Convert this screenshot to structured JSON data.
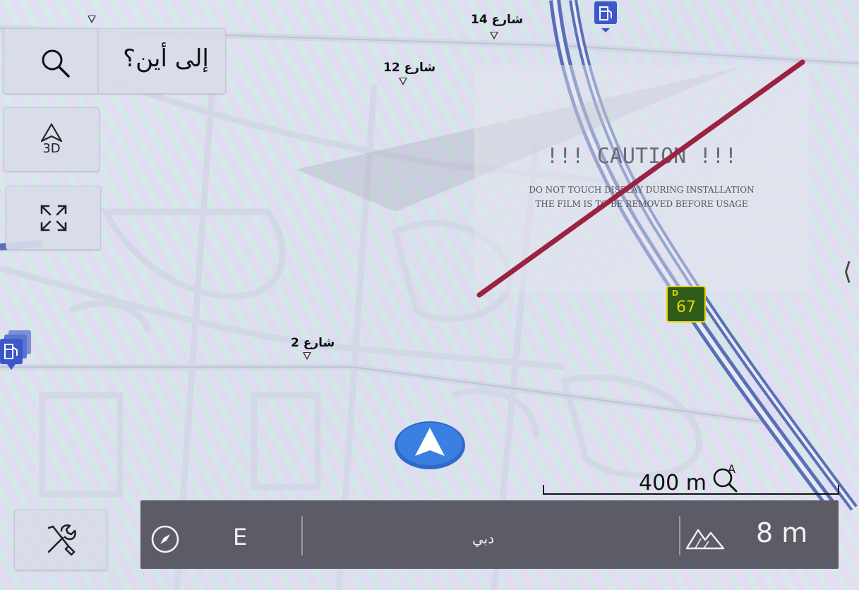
{
  "map": {
    "streets": [
      {
        "label": "شارع 14"
      },
      {
        "label": "شارع 12"
      },
      {
        "label": "شارع 2"
      }
    ],
    "route_shield": {
      "letter": "D",
      "number": "67",
      "color": "#2f5c1a",
      "accent": "#e6d200"
    },
    "scale_label": "400 m",
    "caution_notice": {
      "title": "!!! CAUTION !!!",
      "line1": "DO NOT TOUCH DISPLAY DURING INSTALLATION",
      "line2": "THE FILM IS TO BE REMOVED BEFORE USAGE"
    },
    "route_color": "#9b2242",
    "road_color": "#3d56a8"
  },
  "controls": {
    "search_label": "إلى أين؟",
    "search_icon": "search-icon",
    "view_mode_label": "3D",
    "expand_icon": "expand-icon",
    "tools_icon": "tools-icon",
    "side_panel_icon": "chevron-left-icon"
  },
  "status_bar": {
    "heading": "E",
    "city": "دبي",
    "altitude": "8 m",
    "background": "#5b5c66"
  },
  "vehicle": {
    "icon": "navigation-arrow-icon",
    "color": "#2e6bc8"
  }
}
